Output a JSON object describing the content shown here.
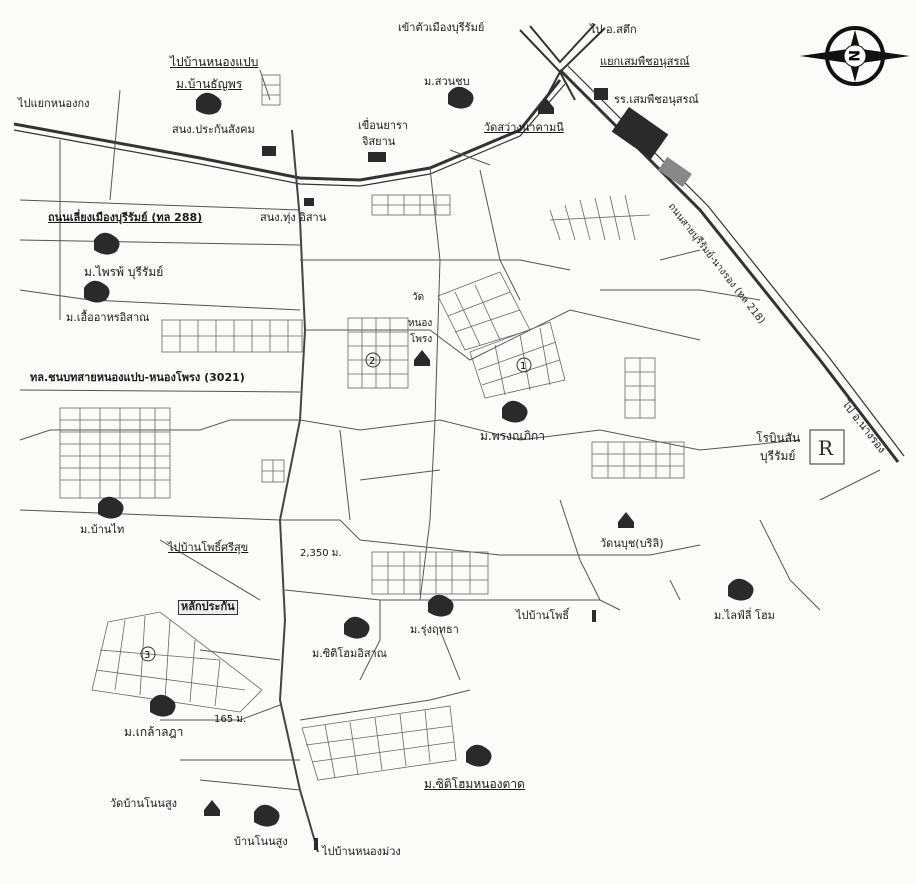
{
  "compass": {
    "letter": "N",
    "icon": "compass-rose-icon"
  },
  "road_labels": {
    "hwy288": "ถนนเลี่ยงเมืองบุรีรัมย์ (ทล 288)",
    "hwy218": "ถนนสายบุรีรัมย์-นางรอง (ทล 218)",
    "rd3021": "ทล.ชนบทสายหนองแปบ-หนองโพรง (3021)"
  },
  "labels": {
    "to_city": "เข้าตัวเมืองบุรีรัมย์",
    "to_satuek": "ไป อ.สตึก",
    "to_nongpaep": "ไปบ้านหนองแปบ",
    "baan_thanyakorn": "ม.บ้านธัญพร",
    "samsung_insurance": "สนง.ประกันสังคม",
    "to_nongkong": "ไปแยกหนองกง",
    "m_samnchoo": "ม.สวนชบ",
    "intersection": "แยกเสมพืชอนุสรณ์",
    "school": "รร.เสมพืชอนุสรณ์",
    "temple_name": "วัดสว่างนาคามนี",
    "dam": "เขื่อนยารา",
    "dam_sub": "จิสยาน",
    "office": "สนง.ทุ่ง อิสาน",
    "m_primpha": "ม.ไพรพ้ บุรีรัมย์",
    "m_food_isan": "ม.เอื้ออาหรอิสาณ",
    "temple_nongpong": "วัด",
    "temple_nongpong2": "หนอง",
    "temple_nongpong3": "โพรง",
    "m_phrongnakha": "ม.พรงณภิกา",
    "m_baanthai": "ม.บ้านไท",
    "to_phothisri": "ไปบ้านโพธิ์ศรีสุข",
    "distance_2350": "2,350 ม.",
    "landmark_box": "หลักประกัน",
    "m_rungrudi": "ม.รุ่งฤทธา",
    "m_siti_isan": "ม.ซิติโฮมอิสาณ",
    "to_baanpho": "ไปบ้านโพธิ์",
    "m_kaewlada": "ม.เกล้าลฎา",
    "distance_165": "165 ม.",
    "temple_nuibudhi": "วัดนบุช(บริลิ)",
    "airport": "โรบินสัน",
    "airport2": "บุรีรัมย์",
    "m_lifeteehome": "ม.ไลฟ์ลี่ โฮม",
    "to_nangrong": "ไป อ.นางรอง",
    "m_sitihomenong": "ม.ซิติโฮมหนองตาด",
    "temple_nonsung": "วัดบ้านโนนสูง",
    "baan_nonsung": "บ้านโนนสูง",
    "to_nongmuang": "ไปบ้านหนองม่วง",
    "circle1": "1",
    "circle2": "2",
    "circle3": "3"
  },
  "colors": {
    "road": "#333333",
    "thin_road": "#555555",
    "grid": "#666666",
    "background": "#fbfbfa"
  }
}
